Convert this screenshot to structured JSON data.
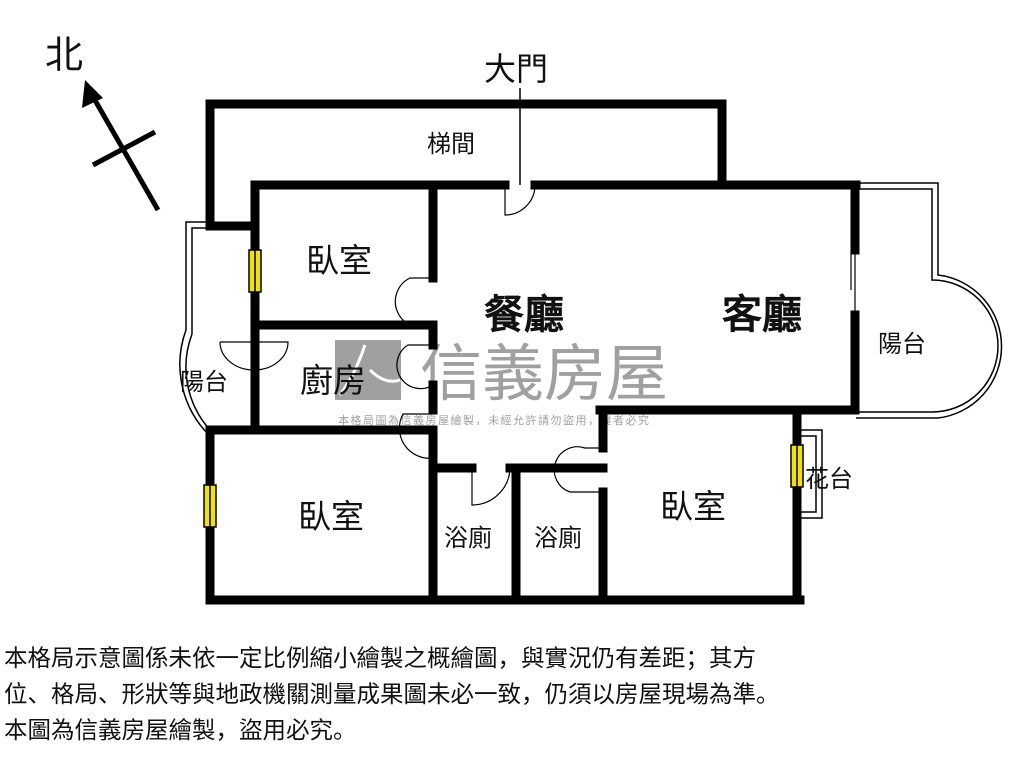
{
  "compass": {
    "label": "北"
  },
  "entrance": {
    "label": "大門"
  },
  "rooms": {
    "stairs": "梯間",
    "bedroom_1": "臥室",
    "dining": "餐廳",
    "living": "客廳",
    "kitchen": "廚房",
    "balcony_left": "陽台",
    "balcony_right": "陽台",
    "bedroom_2": "臥室",
    "bath_1": "浴廁",
    "bath_2": "浴廁",
    "bedroom_3": "臥室",
    "planter": "花台"
  },
  "watermark": {
    "brand": "信義房屋",
    "notice": "本格局圖為信義房屋繪製，未經允許請勿盜用，違者必究"
  },
  "disclaimer": [
    "本格局示意圖係未依一定比例縮小繪製之概繪圖，與實況仍有差距；其方",
    "位、格局、形狀等與地政機關測量成果圖未必一致，仍須以房屋現場為準。",
    "本圖為信義房屋繪製，盜用必究。"
  ],
  "colors": {
    "wall": "#000000",
    "window": "#f0e010",
    "watermark": "#a0a0a0"
  }
}
